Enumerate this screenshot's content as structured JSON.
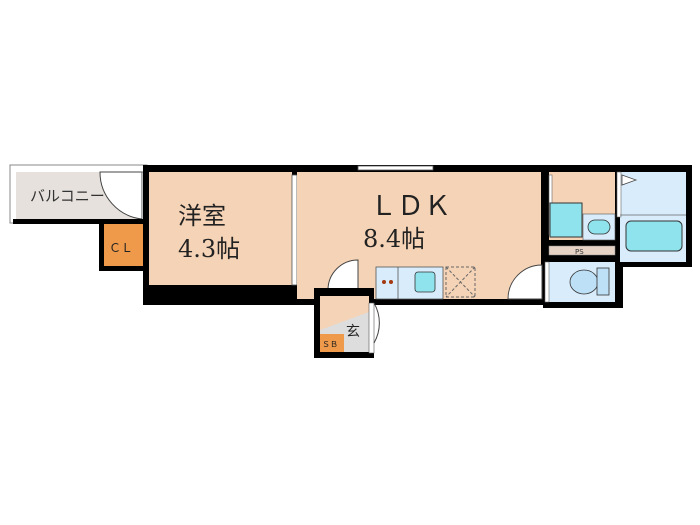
{
  "rooms": {
    "balcony": "バルコニー",
    "closet": "ＣＬ",
    "western_room": {
      "name": "洋室",
      "size": "4.3帖"
    },
    "ldk": {
      "name": "ＬＤＫ",
      "size": "8.4帖"
    },
    "entrance": "玄",
    "shoe_box": "ＳＢ",
    "pipe_space": "PS"
  },
  "colors": {
    "room_fill": "#f5d3b6",
    "closet_fill": "#ef9a4a",
    "wet_fill": "#d9ecfb",
    "fixture_fill": "#8fe3ec",
    "balcony_fill": "#e6e1dc",
    "wall": "#000000"
  }
}
